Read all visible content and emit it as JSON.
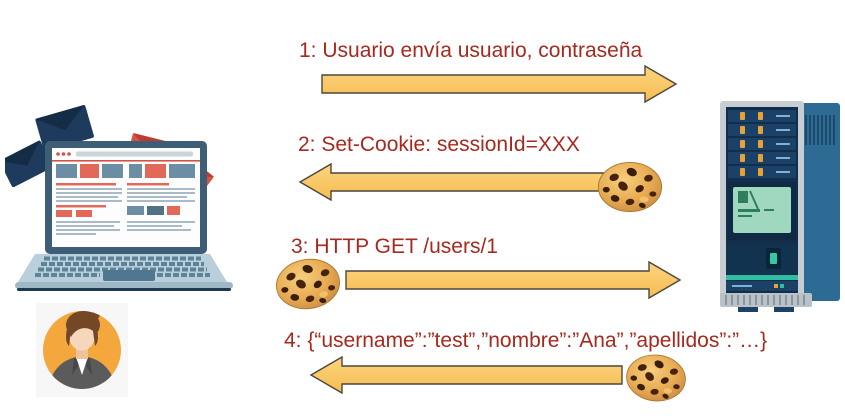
{
  "diagram": {
    "type": "sequence-flow",
    "topic": "cookie-based session between browser client and server"
  },
  "colors": {
    "message_text": "#A6291F",
    "arrow_fill": "#FBC867",
    "arrow_stroke": "#4B473D",
    "background": "#FFFFFF"
  },
  "icons": {
    "cookie": "🍪",
    "client": "laptop-with-flying-mail",
    "server": "mainframe-tower",
    "user": "woman-avatar"
  },
  "actors": {
    "client": "laptop",
    "server": "server",
    "user": "user-avatar"
  },
  "messages": [
    {
      "id": "1",
      "label": "1: Usuario envía usuario, contraseña",
      "direction": "client-to-server",
      "cookie": null
    },
    {
      "id": "2",
      "label": "2: Set-Cookie: sessionId=XXX",
      "direction": "server-to-client",
      "cookie": "right-end"
    },
    {
      "id": "3",
      "label": "3: HTTP GET /users/1",
      "direction": "client-to-server",
      "cookie": "left-end"
    },
    {
      "id": "4",
      "label": "4: {“username”:”test”,”nombre”:”Ana”,”apellidos”:”…}",
      "direction": "server-to-client",
      "cookie": "right-end"
    }
  ]
}
